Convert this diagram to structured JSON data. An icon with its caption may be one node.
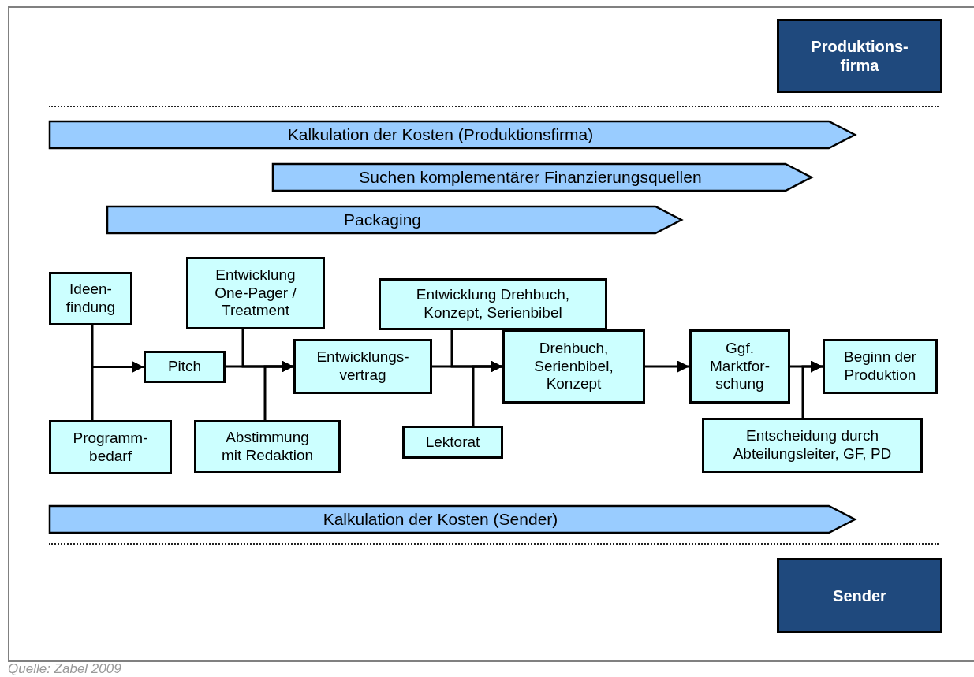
{
  "diagram": {
    "caption": "Quelle: Zabel 2009",
    "nodes": [
      {
        "text": [
          "Produktions- firma"
        ]
      },
      {
        "text": [
          "Kalkulation der Kosten (Produktionsfirma)"
        ]
      },
      {
        "text": [
          "Suchen komplementärer Finanzierungsquellen"
        ]
      },
      {
        "text": [
          "Packaging"
        ]
      },
      {
        "text": [
          "Ideen- findung"
        ]
      },
      {
        "text": [
          "Programm- bedarf"
        ]
      },
      {
        "text": [
          "Pitch"
        ]
      },
      {
        "text": [
          "Entwicklung One-Pager / Treatment"
        ]
      },
      {
        "text": [
          "Abstimmung mit Redaktion"
        ]
      },
      {
        "text": [
          "Entwicklungs- vertrag"
        ]
      },
      {
        "text": [
          "Entwicklung Drehbuch, Konzept, Serienbibel"
        ]
      },
      {
        "text": [
          "Lektorat"
        ]
      },
      {
        "text": [
          "Drehbuch, Serienbibel, Konzept"
        ]
      },
      {
        "text": [
          "Ggf. Marktfor- schung"
        ]
      },
      {
        "text": [
          "Beginn der Produktion"
        ]
      },
      {
        "text": [
          "Entscheidung durch Abteilungsleiter, GF, PD"
        ]
      },
      {
        "text": [
          "Kalkulation der Kosten (Sender)"
        ]
      },
      {
        "text": [
          "Sender"
        ]
      }
    ],
    "edges": [
      {
        "from": 4,
        "to": 6,
        "arrow": "to"
      },
      {
        "from": 5,
        "to": 6,
        "arrow": "to"
      },
      {
        "from": 6,
        "to": 9,
        "arrow": "to"
      },
      {
        "from": 7,
        "to": 9,
        "arrow": "to"
      },
      {
        "from": 8,
        "to": 9,
        "arrow": "to"
      },
      {
        "from": 9,
        "to": 12,
        "arrow": "to"
      },
      {
        "from": 10,
        "to": 12,
        "arrow": "to"
      },
      {
        "from": 11,
        "to": 12,
        "arrow": "to"
      },
      {
        "from": 12,
        "to": 13,
        "arrow": "to"
      },
      {
        "from": 13,
        "to": 14,
        "arrow": "to"
      },
      {
        "from": 15,
        "to": 14,
        "arrow": "to"
      }
    ]
  }
}
